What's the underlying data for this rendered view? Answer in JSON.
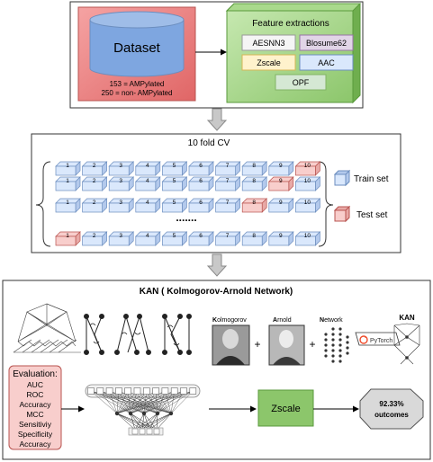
{
  "dataset": {
    "title": "Dataset",
    "line1": "153 = AMPylated",
    "line2": "250 = non- AMPylated"
  },
  "features": {
    "title": "Feature extractions",
    "items": [
      "AESNN3",
      "Blosume62",
      "Zscale",
      "AAC",
      "OPF"
    ]
  },
  "cv": {
    "title": "10 fold CV",
    "dots": ".......",
    "legend_train": "Train set",
    "legend_test": "Test set",
    "block_numbers": [
      "1",
      "2",
      "3",
      "4",
      "5",
      "6",
      "7",
      "8",
      "9",
      "10"
    ],
    "test_block_by_row": [
      10,
      9,
      8,
      1
    ]
  },
  "kan": {
    "title": "KAN ( Kolmogorov-Arnold Network)",
    "word1_initial": "K",
    "word1_rest": "olmogorov",
    "word2_initial": "A",
    "word2_rest": "rnold",
    "word3_initial": "N",
    "word3_rest": "etwork",
    "plus": "+",
    "pytorch": "PyTorch",
    "kan_label": "KAN"
  },
  "evaluation": {
    "title": "Evaluation:",
    "metrics": [
      "AUC",
      "ROC",
      "Accuracy",
      "MCC",
      "Sensitiviy",
      "Specificity",
      "Accuracy"
    ]
  },
  "result": {
    "model": "Zscale",
    "score": "92.33%",
    "outcome": "outcomes"
  },
  "colors": {
    "train_fill": "#dae8fc",
    "train_stroke": "#6c8ebf",
    "test_fill": "#f8cecc",
    "test_stroke": "#b85450",
    "dataset_panel": "#ef7b7b",
    "cylinder": "#7ea6e0",
    "feature_panel": "#97d077",
    "arrow": "#b3b3b3"
  }
}
